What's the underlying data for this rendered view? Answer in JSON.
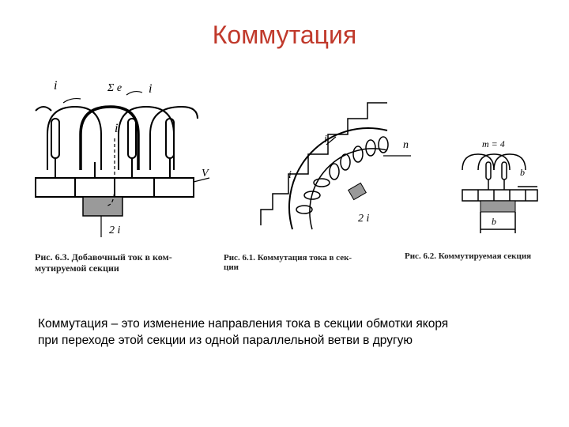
{
  "slide": {
    "title": "Коммутация",
    "body_lines": [
      "Коммутация – это изменение направления тока в секции обмотки якоря",
      "при переходе этой секции из одной параллельной ветви в другую"
    ]
  },
  "figures": [
    {
      "caption_lines": [
        "Рис. 6.3. Добавочный ток в ком-",
        "мутируемой секции"
      ],
      "labels": {
        "ia_left": "i",
        "ia_right": "i",
        "sum_e": "Σ e",
        "id": "i",
        "vk": "V",
        "two_ia": "2 i"
      }
    },
    {
      "caption_lines": [
        "Рис. 6.1. Коммутация тока в сек-",
        "ции"
      ],
      "labels": {
        "ia_top": "i",
        "ia_left": "i",
        "n": "n",
        "two_ia": "2 i"
      }
    },
    {
      "caption_lines": [
        "Рис. 6.2. Коммутируемая секция"
      ],
      "labels": {
        "m": "m = 4",
        "bk": "b",
        "bsh": "b"
      }
    }
  ]
}
